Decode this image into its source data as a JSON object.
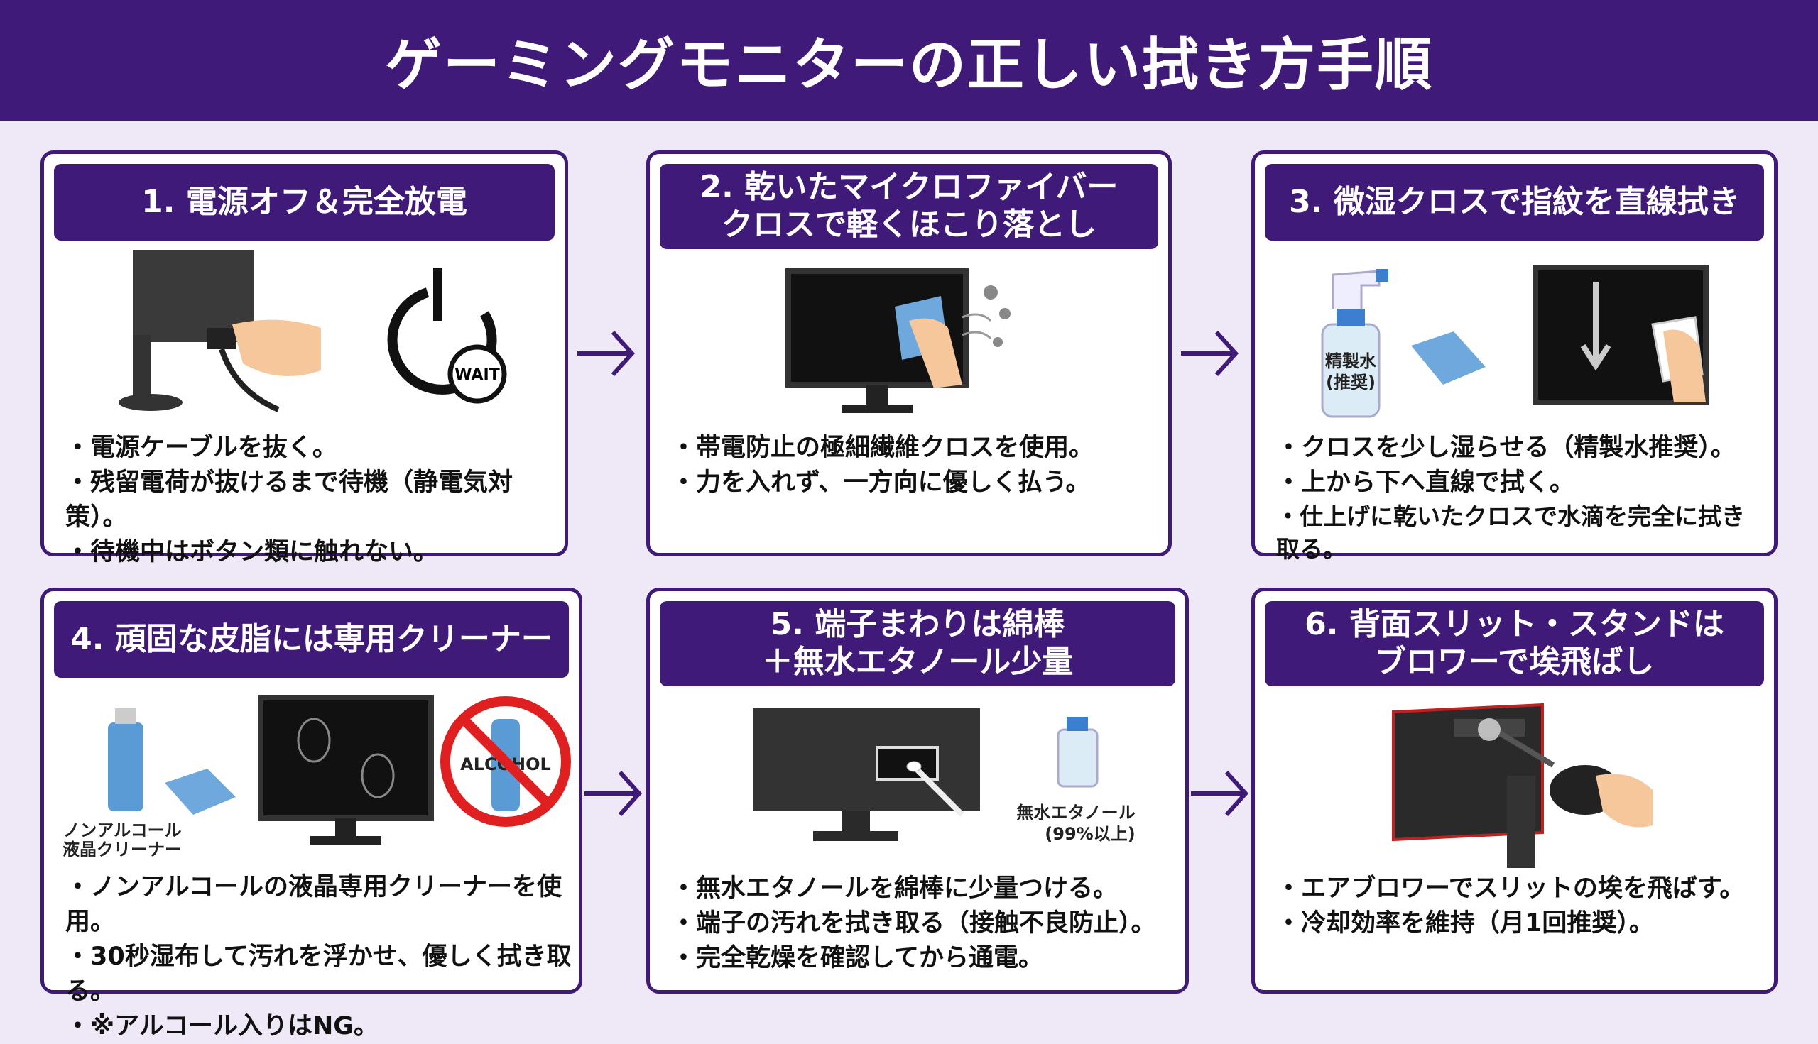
{
  "title": "ゲーミングモニターの正しい拭き方手順",
  "steps": [
    {
      "heading": [
        "1. 電源オフ＆完全放電"
      ],
      "bullets": [
        "電源ケーブルを抜く。",
        "残留電荷が抜けるまで待機（静電気対策）。",
        "待機中はボタン類に触れない。"
      ],
      "labels": {
        "wait": "WAIT"
      }
    },
    {
      "heading": [
        "2. 乾いたマイクロファイバー",
        "クロスで軽くほこり落とし"
      ],
      "bullets": [
        "帯電防止の極細繊維クロスを使用。",
        "力を入れず、一方向に優しく払う。"
      ]
    },
    {
      "heading": [
        "3. 微湿クロスで指紋を直線拭き"
      ],
      "bullets": [
        "クロスを少し湿らせる（精製水推奨）。",
        "上から下へ直線で拭く。",
        "仕上げに乾いたクロスで水滴を完全に拭き取る。"
      ],
      "labels": {
        "bottle1": "精製水",
        "bottle2": "(推奨)"
      }
    },
    {
      "heading": [
        "4. 頑固な皮脂には専用クリーナー"
      ],
      "bullets": [
        "ノンアルコールの液晶専用クリーナーを使用。",
        "30秒湿布して汚れを浮かせ、優しく拭き取る。",
        "※アルコール入りはNG。"
      ],
      "labels": {
        "cleaner1": "ノンアルコール",
        "cleaner2": "液晶クリーナー",
        "alcohol": "ALCOHOL"
      }
    },
    {
      "heading": [
        "5. 端子まわりは綿棒",
        "＋無水エタノール少量"
      ],
      "bullets": [
        "無水エタノールを綿棒に少量つける。",
        "端子の汚れを拭き取る（接触不良防止）。",
        "完全乾燥を確認してから通電。"
      ],
      "labels": {
        "ethanol1": "無水エタノール",
        "ethanol2": "(99%以上)"
      }
    },
    {
      "heading": [
        "6. 背面スリット・スタンドは",
        "ブロワーで埃飛ばし"
      ],
      "bullets": [
        "エアブロワーでスリットの埃を飛ばす。",
        "冷却効率を維持（月1回推奨）。"
      ]
    }
  ],
  "colors": {
    "primary": "#3f1a78",
    "background": "#efe8f7",
    "cloth": "#6fa8dc",
    "no_sign": "#e02020"
  }
}
